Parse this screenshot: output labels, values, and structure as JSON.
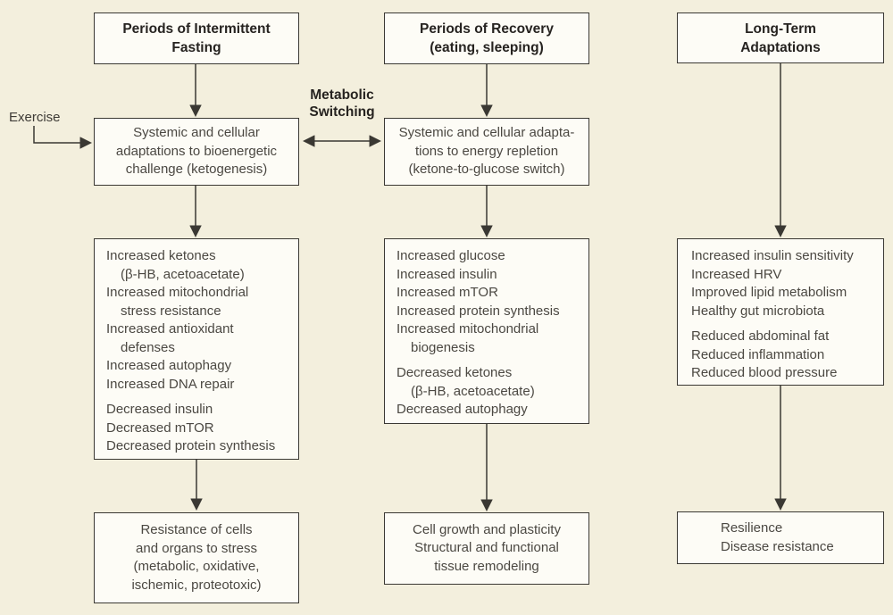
{
  "palette": {
    "background": "#f3efdd",
    "box_fill": "#fdfcf6",
    "border": "#3a3833",
    "body_text": "#4b4842",
    "heading_text": "#262320"
  },
  "labels": {
    "exercise": "Exercise",
    "metabolic_switching": "Metabolic\nSwitching"
  },
  "columns": [
    {
      "header": "Periods of Intermittent\nFasting",
      "adaptation": "Systemic and cellular\nadaptations to bioenergetic\nchallenge (ketogenesis)",
      "effects": [
        {
          "t": "Increased ketones"
        },
        {
          "t": "(β-HB, acetoacetate)",
          "indent": true
        },
        {
          "t": "Increased mitochondrial"
        },
        {
          "t": "stress resistance",
          "indent": true
        },
        {
          "t": "Increased antioxidant"
        },
        {
          "t": "defenses",
          "indent": true
        },
        {
          "t": "Increased autophagy"
        },
        {
          "t": "Increased DNA repair"
        },
        {
          "t": "Decreased insulin",
          "gap": true
        },
        {
          "t": "Decreased mTOR"
        },
        {
          "t": "Decreased protein synthesis"
        }
      ],
      "outcome": "Resistance of cells\nand organs to stress\n(metabolic, oxidative,\nischemic, proteotoxic)"
    },
    {
      "header": "Periods of Recovery\n(eating, sleeping)",
      "adaptation": "Systemic and cellular adapta-\ntions to energy repletion\n(ketone-to-glucose switch)",
      "effects": [
        {
          "t": "Increased glucose"
        },
        {
          "t": "Increased insulin"
        },
        {
          "t": "Increased mTOR"
        },
        {
          "t": "Increased protein synthesis"
        },
        {
          "t": "Increased mitochondrial"
        },
        {
          "t": "biogenesis",
          "indent": true
        },
        {
          "t": "Decreased ketones",
          "gap": true
        },
        {
          "t": "(β-HB, acetoacetate)",
          "indent": true
        },
        {
          "t": "Decreased autophagy"
        }
      ],
      "outcome": "Cell growth and plasticity\nStructural and functional\ntissue remodeling"
    },
    {
      "header": "Long-Term\nAdaptations",
      "effects": [
        {
          "t": "Increased insulin sensitivity"
        },
        {
          "t": "Increased HRV"
        },
        {
          "t": "Improved lipid metabolism"
        },
        {
          "t": "Healthy gut microbiota"
        },
        {
          "t": "Reduced abdominal fat",
          "gap": true
        },
        {
          "t": "Reduced inflammation"
        },
        {
          "t": "Reduced blood pressure"
        }
      ],
      "outcome": "Resilience\nDisease resistance"
    }
  ]
}
